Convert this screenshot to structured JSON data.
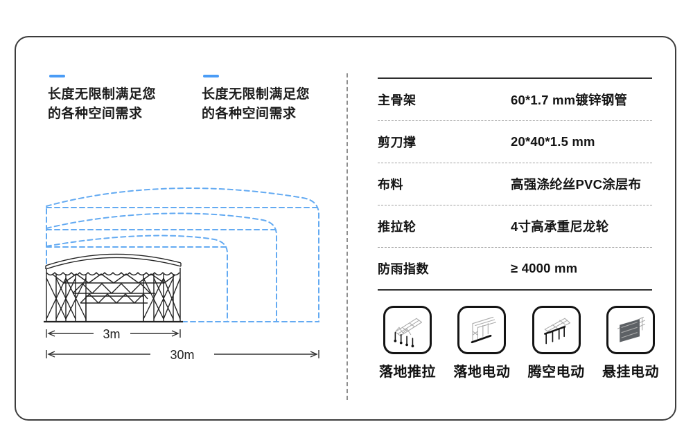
{
  "colors": {
    "accent_blue": "#4A9CF6",
    "outline_blue": "#63AAF2"
  },
  "features": [
    {
      "line1": "长度无限制满足您",
      "line2": "的各种空间需求"
    },
    {
      "line1": "长度无限制满足您",
      "line2": "的各种空间需求"
    }
  ],
  "diagram": {
    "dim_small": "3m",
    "dim_large": "30m"
  },
  "specs": [
    {
      "label": "主骨架",
      "value": "60*1.7 mm镀锌钢管"
    },
    {
      "label": "剪刀撑",
      "value": "20*40*1.5 mm"
    },
    {
      "label": "布料",
      "value": "高强涤纶丝PVC涂层布"
    },
    {
      "label": "推拉轮",
      "value": "4寸高承重尼龙轮"
    },
    {
      "label": "防雨指数",
      "value": "≥ 4000 mm"
    }
  ],
  "variants": [
    {
      "label": "落地推拉"
    },
    {
      "label": "落地电动"
    },
    {
      "label": "腾空电动"
    },
    {
      "label": "悬挂电动"
    }
  ]
}
